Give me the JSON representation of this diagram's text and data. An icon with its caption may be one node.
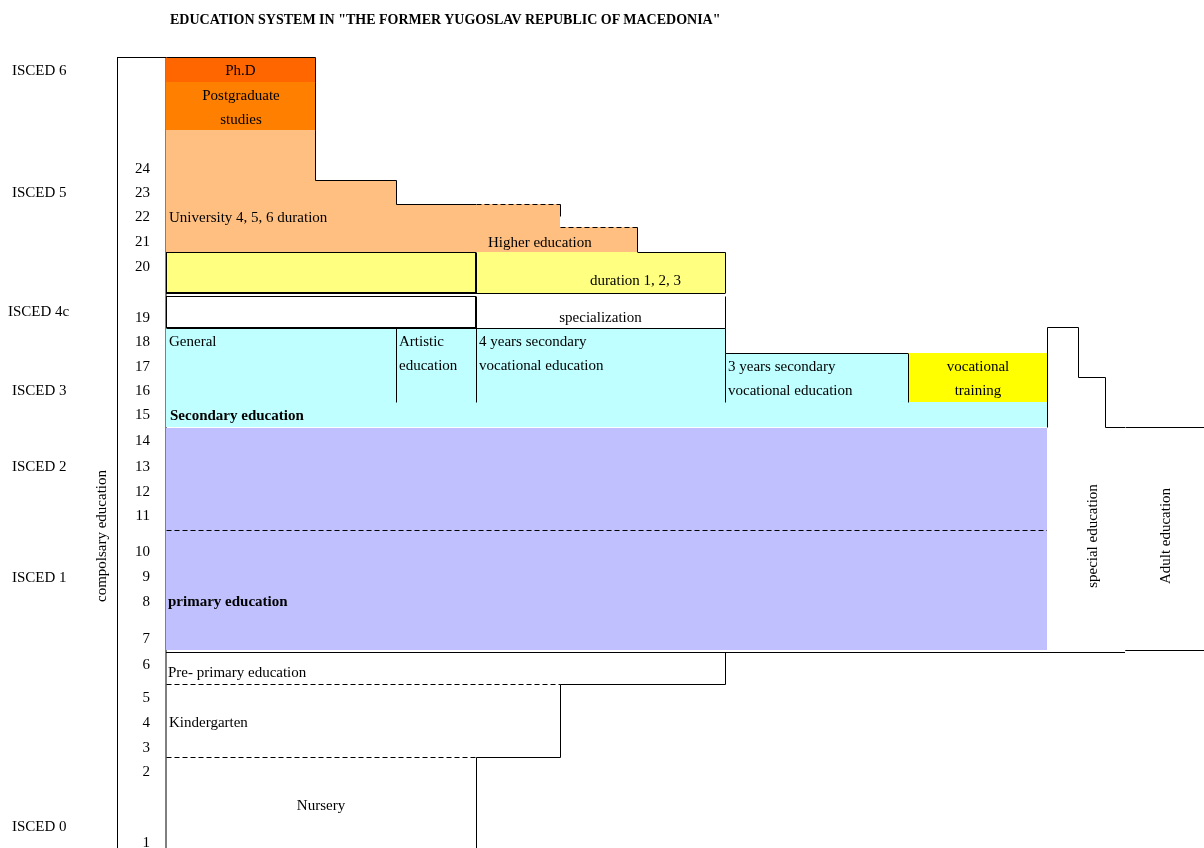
{
  "diagram": {
    "title": "EDUCATION SYSTEM IN \"THE FORMER YUGOSLAV REPUBLIC OF MACEDONIA\"",
    "nodes": [
      {
        "text": [
          "Ph.D"
        ]
      },
      {
        "text": [
          "Postgraduate studies"
        ]
      },
      {
        "text": [
          "University 4, 5, 6 duration"
        ]
      },
      {
        "text": [
          "Higher education"
        ]
      },
      {
        "text": [],
        "shape": "box"
      },
      {
        "text": [
          "duration 1, 2, 3"
        ]
      },
      {
        "text": [],
        "shape": "box"
      },
      {
        "text": [
          "specialization"
        ]
      },
      {
        "text": [
          "Secondary education"
        ]
      },
      {
        "text": [
          "General"
        ],
        "in": 8
      },
      {
        "text": [
          "Artistic education"
        ],
        "in": 8
      },
      {
        "text": [
          "4 years secondary vocational education"
        ],
        "in": 8
      },
      {
        "text": [
          "3 years secondary vocational education"
        ],
        "in": 8
      },
      {
        "text": [
          "vocational training"
        ],
        "in": 8
      },
      {
        "text": [
          "primary education"
        ]
      },
      {
        "text": [
          "Pre- primary education"
        ]
      },
      {
        "text": [
          "Kindergarten"
        ]
      },
      {
        "text": [
          "Nursery"
        ]
      },
      {
        "text": [
          "special education"
        ]
      },
      {
        "text": [
          "Adult education"
        ]
      }
    ],
    "edges": [],
    "labels": [
      "ISCED 6",
      "24",
      "ISCED 5",
      "23",
      "22",
      "21",
      "20",
      "ISCED 4c",
      "19",
      "18",
      "17",
      "ISCED 3",
      "16",
      "15",
      "14",
      "ISCED 2",
      "13",
      "12",
      "11",
      "10",
      "ISCED 1",
      "9",
      "8",
      "7",
      "6",
      "5",
      "4",
      "3",
      "2",
      "ISCED 0",
      "1",
      "compolsary education"
    ]
  }
}
